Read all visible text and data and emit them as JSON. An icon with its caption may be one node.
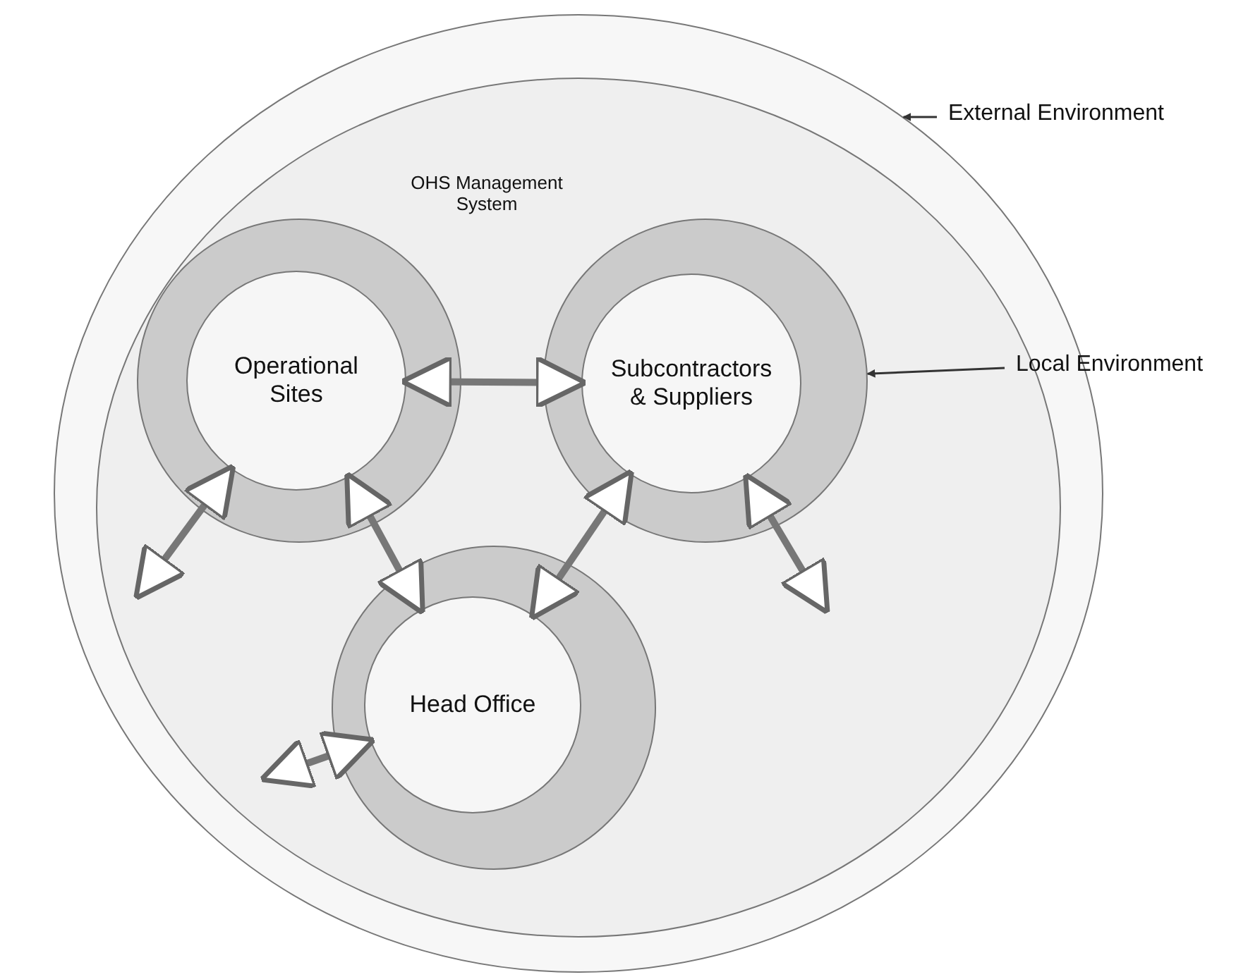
{
  "diagram": {
    "nodes": [
      {
        "text": [
          "External Environment"
        ]
      },
      {
        "text": [],
        "shape": "circle"
      },
      {
        "text": [
          "Local Environment"
        ]
      },
      {
        "text": [
          "OHS Management System"
        ],
        "in": 1
      },
      {
        "text": [],
        "shape": "circle",
        "in": 3
      },
      {
        "text": [
          "Operational Sites"
        ],
        "in": 4
      },
      {
        "text": [],
        "shape": "circle",
        "in": 3
      },
      {
        "text": [
          "Subcontractors & Suppliers"
        ],
        "in": 6
      },
      {
        "text": [],
        "shape": "circle",
        "in": 3
      },
      {
        "text": [
          "Head Office"
        ],
        "in": 8
      }
    ],
    "edges": [
      {
        "from": 0,
        "to": 1,
        "arrow": "to"
      },
      {
        "from": 2,
        "to": 6,
        "arrow": "to"
      },
      {
        "from": 5,
        "to": 7,
        "arrow": "both"
      },
      {
        "from": 5,
        "to": 9,
        "arrow": "both"
      },
      {
        "from": 7,
        "to": 9,
        "arrow": "both"
      },
      {
        "from": 5,
        "to": null,
        "arrow": "both"
      },
      {
        "from": 7,
        "to": null,
        "arrow": "both"
      },
      {
        "from": 9,
        "to": null,
        "arrow": "both"
      }
    ]
  }
}
